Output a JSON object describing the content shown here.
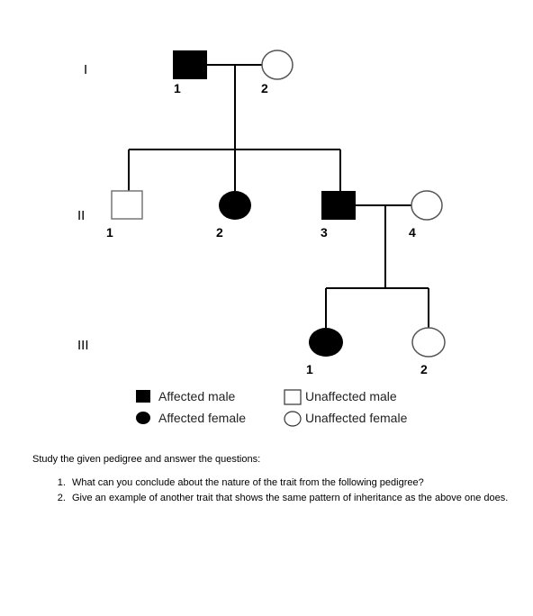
{
  "generations": [
    "I",
    "II",
    "III"
  ],
  "individual_numbers": {
    "gen1": [
      "1",
      "2"
    ],
    "gen2": [
      "1",
      "2",
      "3",
      "4"
    ],
    "gen3": [
      "1",
      "2"
    ]
  },
  "legend": {
    "affected_male": "Affected male",
    "affected_female": "Affected female",
    "unaffected_male": "Unaffected male",
    "unaffected_female": "Unaffected female"
  },
  "prompt": "Study the given pedigree and answer the questions:",
  "questions": [
    "What can you conclude about the nature of the trait from the following pedigree?",
    "Give an example of another trait that shows the same pattern of inheritance as the above one does."
  ]
}
